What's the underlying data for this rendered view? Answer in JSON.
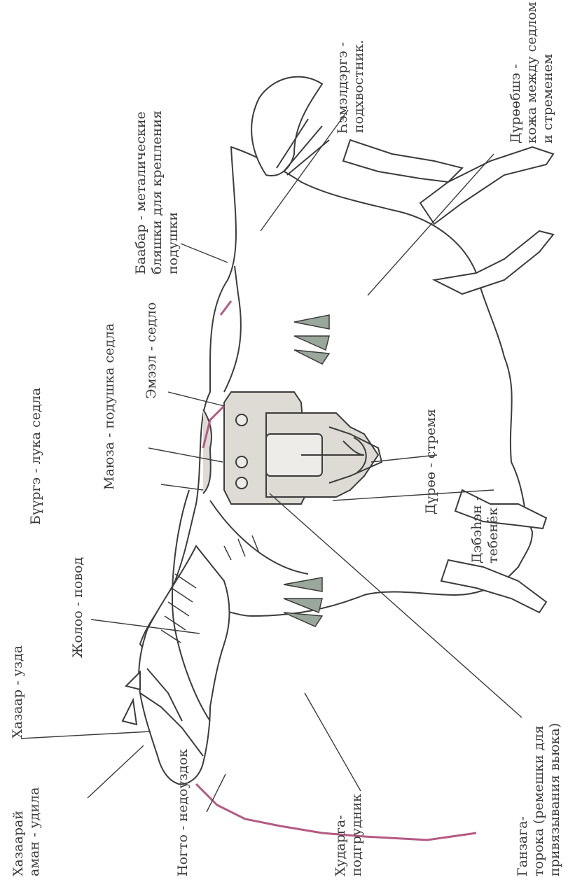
{
  "diagram": {
    "labels": [
      {
        "id": "uzda",
        "lines": [
          "Хазаар - узда"
        ]
      },
      {
        "id": "udila",
        "lines": [
          "Хазаарай",
          "аман - удила"
        ]
      },
      {
        "id": "nedouzdok",
        "lines": [
          "Ногто - недоуздок"
        ]
      },
      {
        "id": "povod",
        "lines": [
          "Жолоо - повод"
        ]
      },
      {
        "id": "podgrudnik",
        "lines": [
          "Хударга-",
          "подгрудник"
        ]
      },
      {
        "id": "toroka",
        "lines": [
          "Ганзага-",
          "торока (ремешки для",
          "привязывания вьюка)"
        ]
      },
      {
        "id": "luka",
        "lines": [
          "Бүүргэ - лука седла"
        ]
      },
      {
        "id": "podushka",
        "lines": [
          "Маюза - подушка седла"
        ]
      },
      {
        "id": "sedlo",
        "lines": [
          "Эмээл - седло"
        ]
      },
      {
        "id": "blyashki",
        "lines": [
          "Баабар - металические",
          "бляшки для крепления",
          "подушки"
        ]
      },
      {
        "id": "podhvostnik",
        "lines": [
          "Һэмэлдэргэ -",
          "подхвостник."
        ]
      },
      {
        "id": "stremya",
        "lines": [
          "Дүрөө - стремя"
        ]
      },
      {
        "id": "tebenek",
        "lines": [
          "Дэбэһэн -",
          "тебенёк"
        ]
      },
      {
        "id": "kozha",
        "lines": [
          "Дүрөөбшэ -",
          "кожа между седлом",
          "и стременем"
        ]
      }
    ],
    "colors": {
      "ink": "#3c3c3c",
      "horse_fill": "#ffffff",
      "saddle_fill": "#dedbd5",
      "tack_accent": "#b45a84",
      "tassel_fill": "#9aa79b"
    }
  }
}
